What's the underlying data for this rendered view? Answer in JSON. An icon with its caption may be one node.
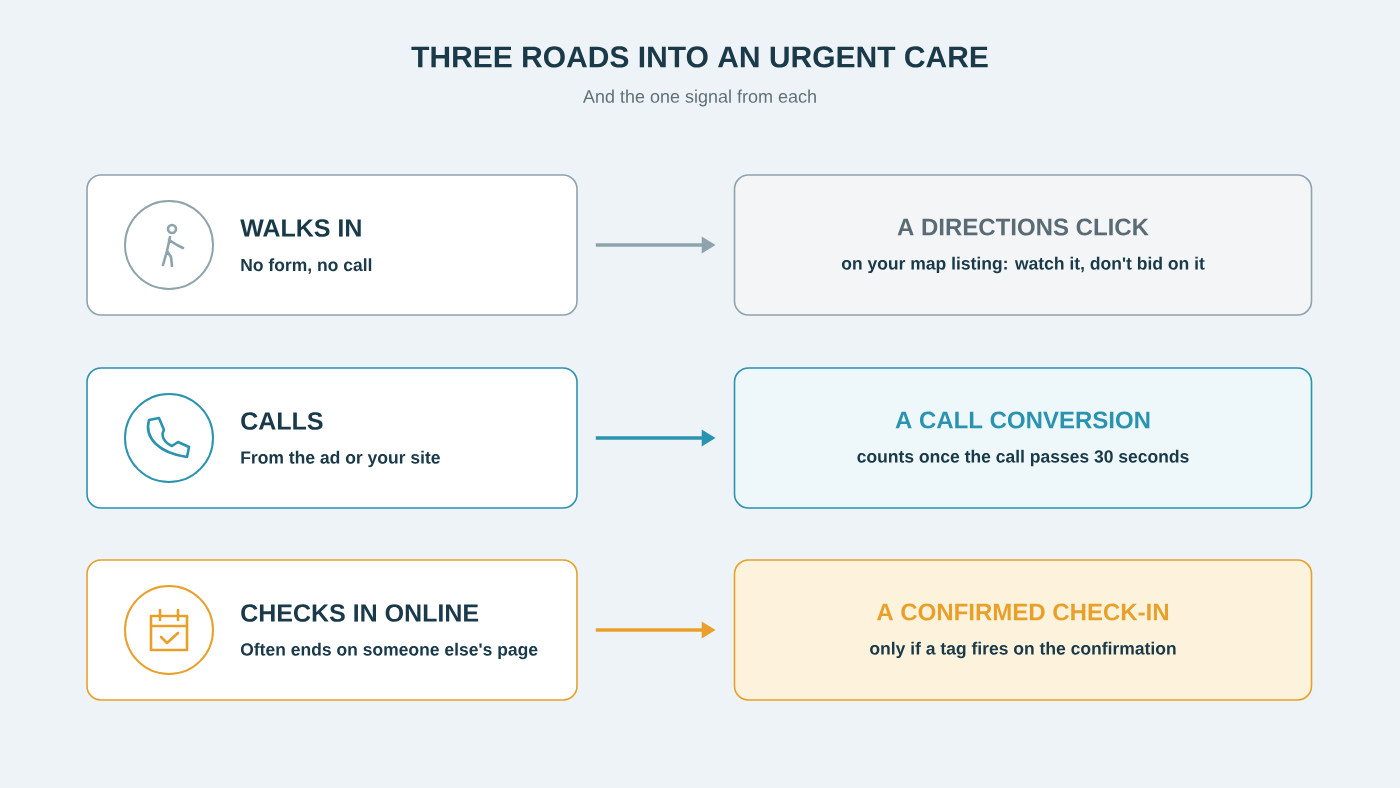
{
  "diagram": {
    "title": "THREE ROADS INTO AN URGENT CARE",
    "caption": "And the one signal from each",
    "nodes": [
      {
        "text": [
          "WALKS IN",
          "No form, no call"
        ]
      },
      {
        "text": [
          "A DIRECTIONS CLICK",
          "on your map listing: watch it, don't bid on it"
        ]
      },
      {
        "text": [
          "CALLS",
          "From the ad or your site"
        ]
      },
      {
        "text": [
          "A CALL CONVERSION",
          "counts once the call passes 30 seconds"
        ]
      },
      {
        "text": [
          "CHECKS IN ONLINE",
          "Often ends on someone else's page"
        ]
      },
      {
        "text": [
          "A CONFIRMED CHECK-IN",
          "only if a tag fires on the confirmation"
        ]
      }
    ],
    "edges": [
      {
        "from": 0,
        "to": 1,
        "arrow": "to",
        "color": "#8fa3ad"
      },
      {
        "from": 2,
        "to": 3,
        "arrow": "to",
        "color": "#2a93b0"
      },
      {
        "from": 4,
        "to": 5,
        "arrow": "to",
        "color": "#e8a02a"
      }
    ]
  }
}
